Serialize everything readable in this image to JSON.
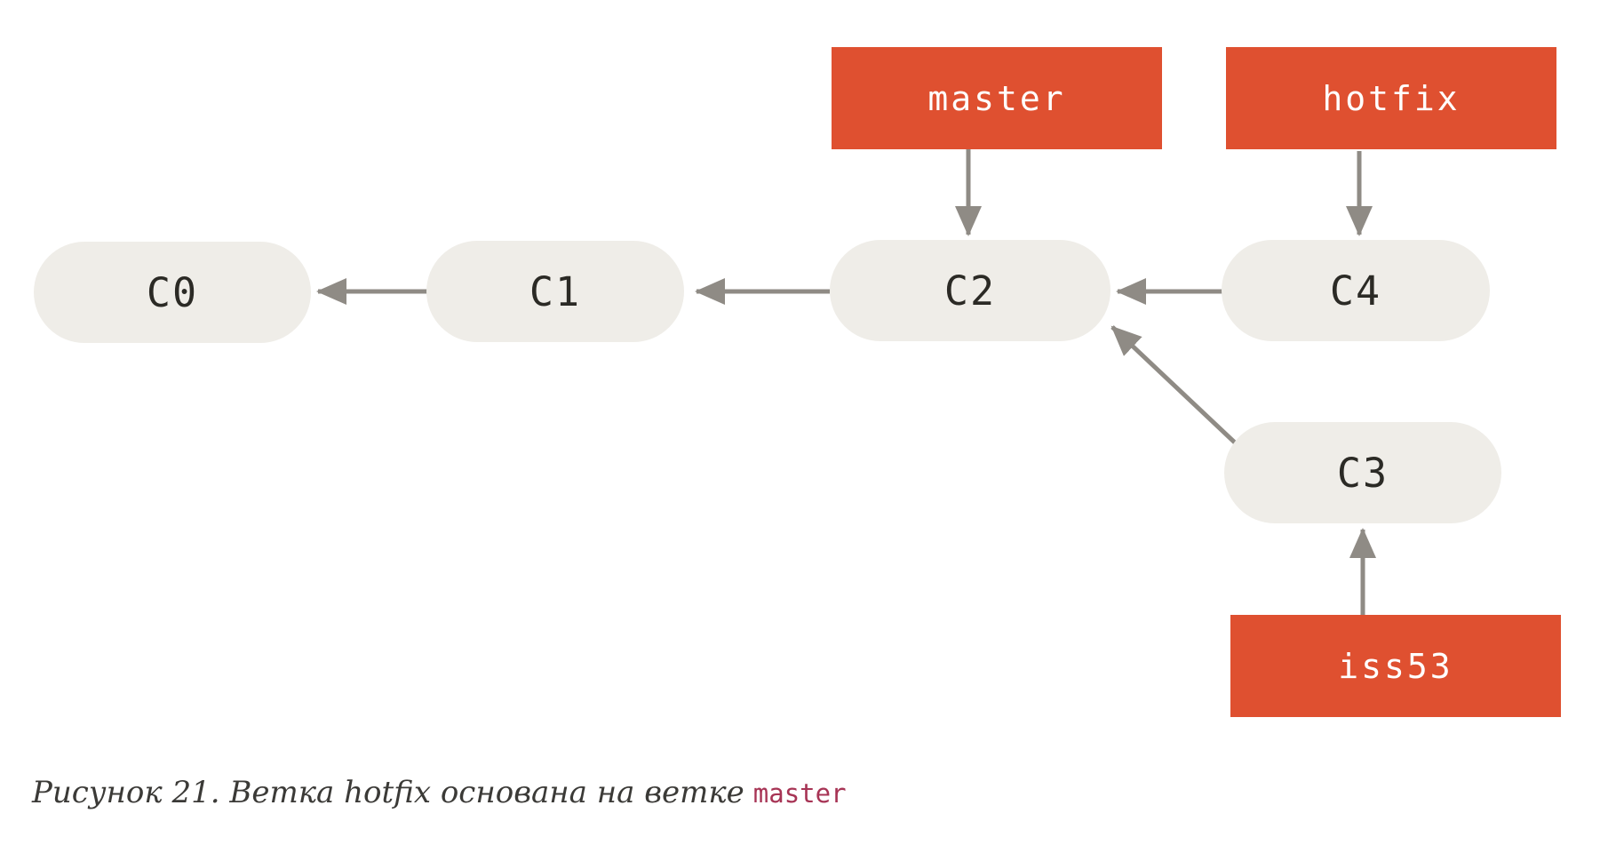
{
  "diagram": {
    "commits": [
      {
        "id": "c0",
        "label": "C0"
      },
      {
        "id": "c1",
        "label": "C1"
      },
      {
        "id": "c2",
        "label": "C2"
      },
      {
        "id": "c3",
        "label": "C3"
      },
      {
        "id": "c4",
        "label": "C4"
      }
    ],
    "branches": [
      {
        "id": "master",
        "label": "master",
        "points_to": "C2"
      },
      {
        "id": "hotfix",
        "label": "hotfix",
        "points_to": "C4"
      },
      {
        "id": "iss53",
        "label": "iss53",
        "points_to": "C3"
      }
    ],
    "edges": [
      {
        "from": "C1",
        "to": "C0"
      },
      {
        "from": "C2",
        "to": "C1"
      },
      {
        "from": "C4",
        "to": "C2"
      },
      {
        "from": "C3",
        "to": "C2"
      },
      {
        "from": "master",
        "to": "C2"
      },
      {
        "from": "hotfix",
        "to": "C4"
      },
      {
        "from": "iss53",
        "to": "C3"
      }
    ],
    "colors": {
      "branch_box": "#df5030",
      "branch_text": "#ffffff",
      "commit_pill": "#efede8",
      "commit_text": "#2b2a25",
      "arrow": "#8f8b85"
    }
  },
  "caption": {
    "prefix": "Рисунок 21. Ветка hotfix основана на ветке",
    "code": "master"
  }
}
